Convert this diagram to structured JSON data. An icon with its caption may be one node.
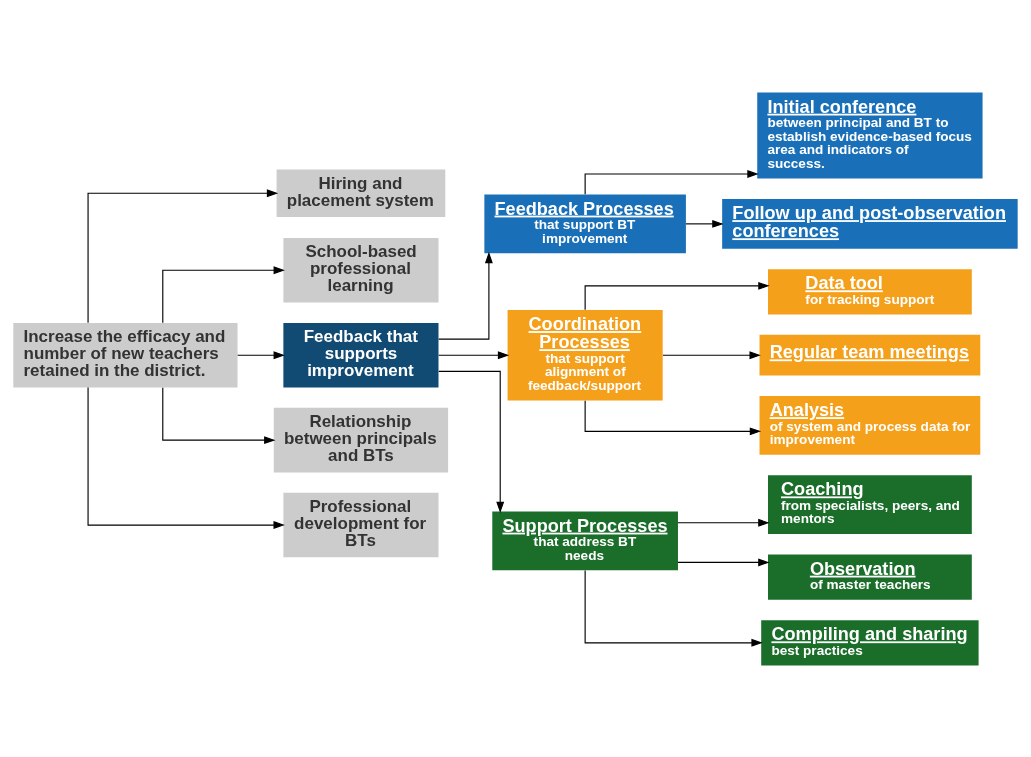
{
  "diagram": {
    "nodes": [
      {
        "text": [
          "Increase the efficacy and number of new teachers retained in the district."
        ]
      },
      {
        "text": [
          "Hiring and placement system"
        ]
      },
      {
        "text": [
          "School-based professional learning"
        ]
      },
      {
        "text": [
          "Feedback that supports improvement"
        ]
      },
      {
        "text": [
          "Relationship between principals and BTs"
        ]
      },
      {
        "text": [
          "Professional development for BTs"
        ]
      },
      {
        "text": [
          "Feedback Processes",
          "that support BT improvement"
        ]
      },
      {
        "text": [
          "Coordination Processes",
          "that support alignment of feedback/support"
        ]
      },
      {
        "text": [
          "Support Processes",
          "that address BT needs"
        ]
      },
      {
        "text": [
          "Initial conference",
          "between principal and BT to establish evidence-based focus area and indicators of success."
        ]
      },
      {
        "text": [
          "Follow up and post-observation conferences"
        ]
      },
      {
        "text": [
          "Data tool",
          "for tracking support"
        ]
      },
      {
        "text": [
          "Regular team meetings"
        ]
      },
      {
        "text": [
          "Analysis",
          "of system and process data for improvement"
        ]
      },
      {
        "text": [
          "Coaching",
          "from specialists, peers, and mentors"
        ]
      },
      {
        "text": [
          "Observation",
          "of master teachers"
        ]
      },
      {
        "text": [
          "Compiling and sharing",
          "best practices"
        ]
      }
    ],
    "edges": [
      {
        "from": 0,
        "to": 1,
        "arrow": "to"
      },
      {
        "from": 0,
        "to": 2,
        "arrow": "to"
      },
      {
        "from": 0,
        "to": 3,
        "arrow": "to"
      },
      {
        "from": 0,
        "to": 4,
        "arrow": "to"
      },
      {
        "from": 0,
        "to": 5,
        "arrow": "to"
      },
      {
        "from": 3,
        "to": 6,
        "arrow": "to"
      },
      {
        "from": 3,
        "to": 7,
        "arrow": "to"
      },
      {
        "from": 3,
        "to": 8,
        "arrow": "to"
      },
      {
        "from": 6,
        "to": 9,
        "arrow": "to"
      },
      {
        "from": 6,
        "to": 10,
        "arrow": "to"
      },
      {
        "from": 7,
        "to": 11,
        "arrow": "to"
      },
      {
        "from": 7,
        "to": 12,
        "arrow": "to"
      },
      {
        "from": 7,
        "to": 13,
        "arrow": "to"
      },
      {
        "from": 8,
        "to": 14,
        "arrow": "to"
      },
      {
        "from": 8,
        "to": 15,
        "arrow": "to"
      },
      {
        "from": 8,
        "to": 16,
        "arrow": "to"
      }
    ]
  }
}
